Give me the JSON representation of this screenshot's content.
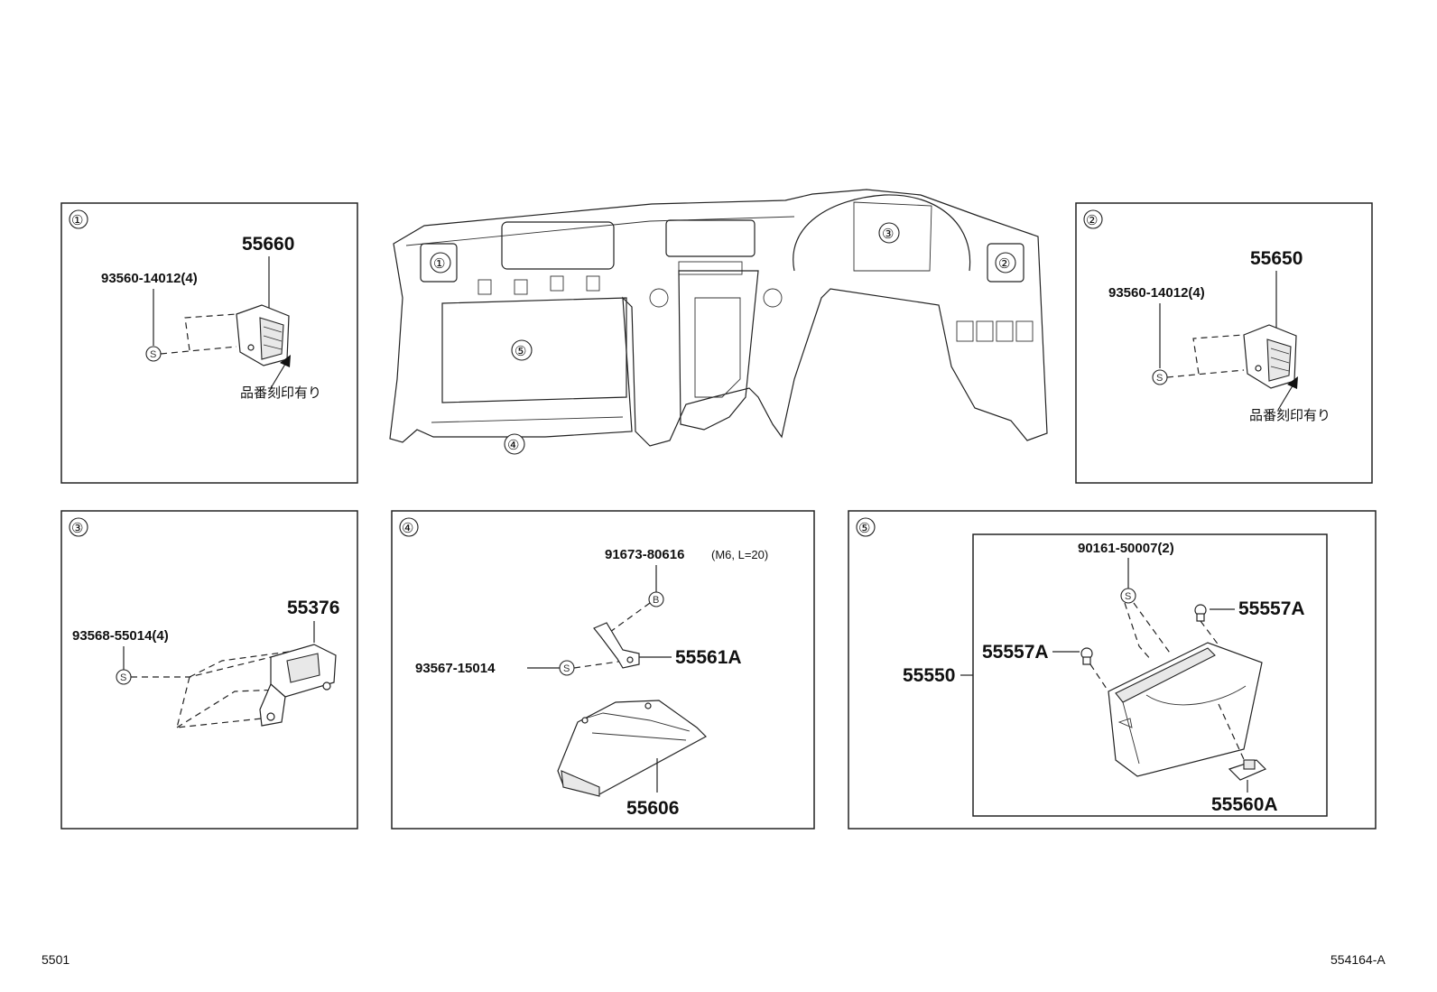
{
  "panels": {
    "p1": {
      "index": "①",
      "part_main": "55660",
      "screw": "93560-14012(4)",
      "screw_symbol": "S",
      "note": "品番刻印有り"
    },
    "p2": {
      "index": "②",
      "part_main": "55650",
      "screw": "93560-14012(4)",
      "screw_symbol": "S",
      "note": "品番刻印有り"
    },
    "p3": {
      "index": "③",
      "part_main": "55376",
      "screw": "93568-55014(4)",
      "screw_symbol": "S"
    },
    "p4": {
      "index": "④",
      "bolt": "91673-80616",
      "bolt_spec": "(M6, L=20)",
      "bolt_symbol": "B",
      "screw": "93567-15014",
      "screw_symbol": "S",
      "bracket": "55561A",
      "part_main": "55606"
    },
    "p5": {
      "index": "⑤",
      "screw": "90161-50007(2)",
      "screw_symbol": "S",
      "part_main": "55550",
      "stopper_left": "55557A",
      "stopper_right": "55557A",
      "latch": "55560A"
    }
  },
  "overview": {
    "callout_1": "①",
    "callout_2": "②",
    "callout_3": "③",
    "callout_4": "④",
    "callout_5": "⑤"
  },
  "footer": {
    "page_code": "5501",
    "figure_code": "554164-A"
  },
  "icons": {
    "screw": "screw-circle-s-icon",
    "bolt": "bolt-circle-b-icon",
    "arrow": "arrow-pointer-icon"
  }
}
